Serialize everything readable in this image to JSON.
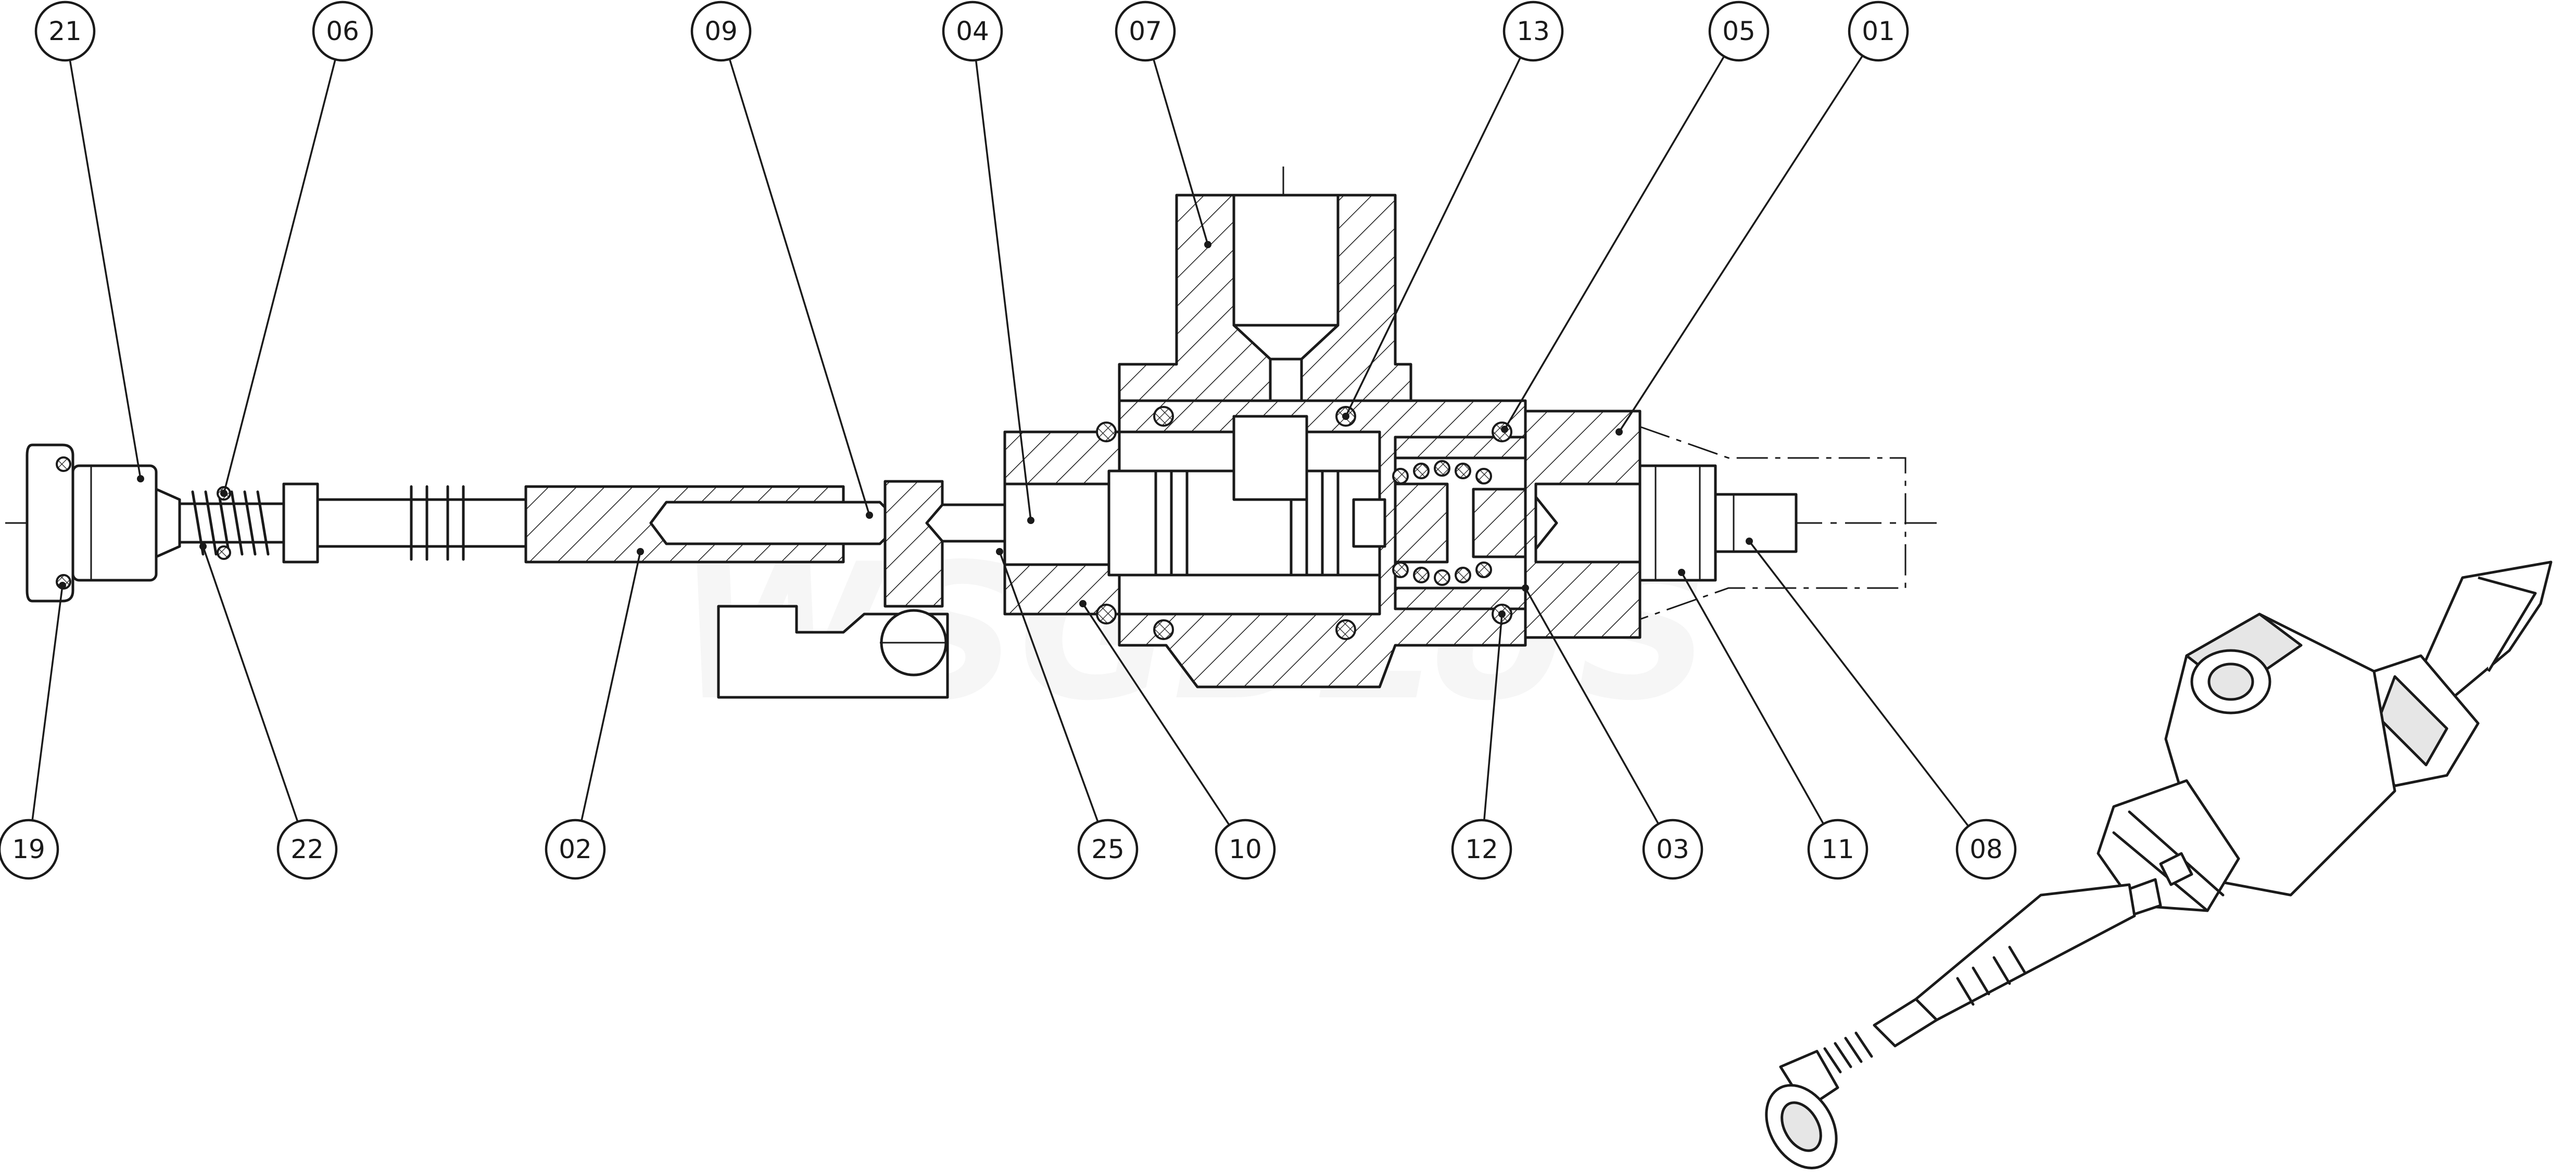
{
  "watermark": "WSGBLUS",
  "callouts": [
    {
      "id": "21",
      "row": "top"
    },
    {
      "id": "06",
      "row": "top"
    },
    {
      "id": "09",
      "row": "top"
    },
    {
      "id": "04",
      "row": "top"
    },
    {
      "id": "07",
      "row": "top"
    },
    {
      "id": "13",
      "row": "top"
    },
    {
      "id": "05",
      "row": "top"
    },
    {
      "id": "01",
      "row": "top"
    },
    {
      "id": "19",
      "row": "bottom"
    },
    {
      "id": "22",
      "row": "bottom"
    },
    {
      "id": "02",
      "row": "bottom"
    },
    {
      "id": "25",
      "row": "bottom"
    },
    {
      "id": "10",
      "row": "bottom"
    },
    {
      "id": "12",
      "row": "bottom"
    },
    {
      "id": "03",
      "row": "bottom"
    },
    {
      "id": "11",
      "row": "bottom"
    },
    {
      "id": "08",
      "row": "bottom"
    }
  ]
}
